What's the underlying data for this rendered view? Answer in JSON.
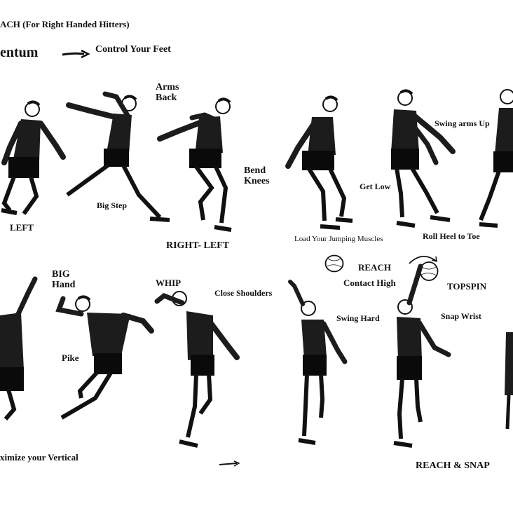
{
  "header": {
    "subtitle": "ACH (For Right Handed Hitters)",
    "momentum": "entum",
    "control_feet": "Control Your Feet"
  },
  "labels": {
    "arms_back": "Arms\nBack",
    "bend_knees": "Bend\nKnees",
    "left": "LEFT",
    "big_step": "Big Step",
    "right_left": "RIGHT- LEFT",
    "get_low": "Get Low",
    "swing_arms_up": "Swing arms Up",
    "load_muscles": "Load Your Jumping Muscles",
    "roll_heel": "Roll Heel to Toe",
    "big_hand": "BIG\nHand",
    "whip": "WHIP",
    "close_shoulders": "Close Shoulders",
    "pike": "Pike",
    "reach": "REACH",
    "contact_high": "Contact High",
    "swing_hard": "Swing Hard",
    "topspin": "TOPSPIN",
    "snap_wrist": "Snap Wrist",
    "maximize_vertical": "ximize your Vertical",
    "reach_snap": "REACH & SNAP"
  },
  "colors": {
    "ink": "#111111",
    "paper": "#ffffff",
    "jersey": "#1c1c1c",
    "shorts": "#0a0a0a"
  },
  "icons": [
    "arrow-right-icon",
    "volleyball-icon",
    "curved-arrow-icon",
    "player-figure-icon"
  ]
}
